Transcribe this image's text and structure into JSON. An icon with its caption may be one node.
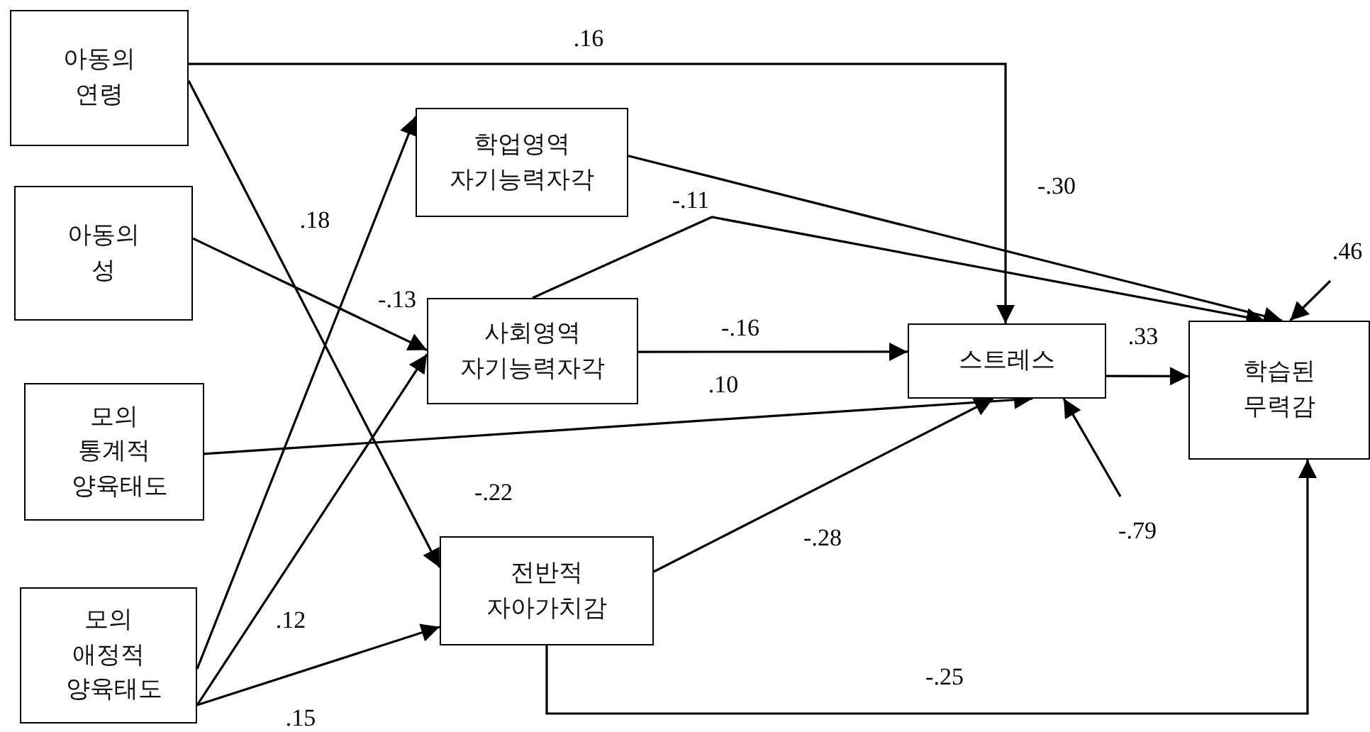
{
  "diagram": {
    "nodes": [
      {
        "text": [
          "아동의 연령"
        ]
      },
      {
        "text": [
          "아동의 성"
        ]
      },
      {
        "text": [
          "모의 통계적 양육태도"
        ]
      },
      {
        "text": [
          "모의 애정적 양육태도"
        ]
      },
      {
        "text": [
          "학업영역 자기능력자각"
        ]
      },
      {
        "text": [
          "사회영역 자기능력자각"
        ]
      },
      {
        "text": [
          "전반적 자아가치감"
        ]
      },
      {
        "text": [
          "스트레스"
        ]
      },
      {
        "text": [
          "학습된 무력감"
        ]
      }
    ],
    "edges": [
      {
        "from": 0,
        "to": 7,
        "arrow": "to",
        "label": ".16"
      },
      {
        "from": 0,
        "to": 6,
        "arrow": "to",
        "label": "-.22"
      },
      {
        "from": 1,
        "to": 5,
        "arrow": "to",
        "label": "-.13"
      },
      {
        "from": 2,
        "to": 7,
        "arrow": "to",
        "label": ".10"
      },
      {
        "from": 3,
        "to": 4,
        "arrow": "to",
        "label": ".18"
      },
      {
        "from": 3,
        "to": 5,
        "arrow": "to",
        "label": ".12"
      },
      {
        "from": 3,
        "to": 6,
        "arrow": "to",
        "label": ".15"
      },
      {
        "from": 4,
        "to": 8,
        "arrow": "to",
        "label": "-.30"
      },
      {
        "from": 5,
        "to": 8,
        "arrow": "to",
        "label": "-.11"
      },
      {
        "from": 5,
        "to": 7,
        "arrow": "to",
        "label": "-.16"
      },
      {
        "from": 6,
        "to": 7,
        "arrow": "to",
        "label": "-.28"
      },
      {
        "from": 6,
        "to": 8,
        "arrow": "to",
        "label": "-.25"
      },
      {
        "from": 7,
        "to": 8,
        "arrow": "to",
        "label": ".33"
      },
      {
        "from": null,
        "to": 8,
        "arrow": "to",
        "label": ".46"
      },
      {
        "from": null,
        "to": 7,
        "arrow": "to",
        "label": "-.79"
      }
    ]
  }
}
